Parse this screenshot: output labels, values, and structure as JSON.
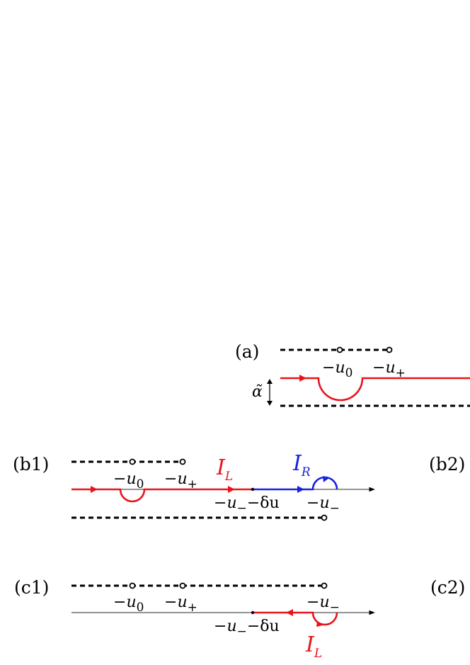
{
  "panel_labels": {
    "a": "(a)",
    "b1": "(b1)",
    "b2": "(b2)",
    "c1": "(c1)",
    "c2": "(c2)"
  },
  "tick_labels": {
    "minus": "−",
    "u": "u",
    "sub_0": "0",
    "sub_plus": "+",
    "sub_minus": "−",
    "delta_u": "−δu",
    "alpha_tilde": "α̃"
  },
  "contour_labels": {
    "I": "I",
    "L": "L",
    "R": "R"
  },
  "colors": {
    "red": "#e8141c",
    "blue": "#1a20e0",
    "black": "#000000",
    "axis": "#444444"
  }
}
